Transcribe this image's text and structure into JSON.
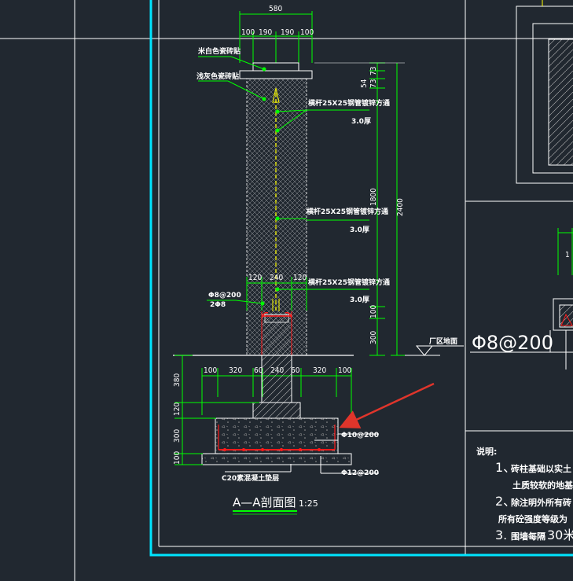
{
  "colors": {
    "background": "#212830",
    "frame_cyan": "#00e5ff",
    "dim_green": "#00ff00",
    "rebar_yellow": "#ffff00",
    "rebar_red": "#ff1a1a",
    "arrow_red": "#e0352b",
    "line_white": "#ffffff"
  },
  "top_dims": {
    "overall": "580",
    "parts": [
      "100",
      "190",
      "190",
      "100"
    ]
  },
  "callouts": {
    "cap_finish": "米白色瓷砖贴",
    "wall_finish": "浅灰色瓷砖贴",
    "rail_1": "横杆25X25钢管镀锌方通",
    "rail_1_thk": "3.0厚",
    "rail_2": "横杆25X25钢管镀锌方通",
    "rail_2_thk": "3.0厚",
    "rail_3": "横杆25X25钢管镀锌方通",
    "rail_3_thk": "3.0厚",
    "stirrup": "Φ8@200",
    "bars": "2Φ8",
    "ground": "厂区地面",
    "bottom_bar": "Φ10@200",
    "bottom_bar2": "Φ12@200",
    "base_pad": "C20素混凝土垫层"
  },
  "right_dims": {
    "d73": "73",
    "d73b": "73",
    "d54": "54",
    "d1800": "1800",
    "d2400": "2400",
    "d100": "100",
    "d300": "300"
  },
  "mid_dims": [
    "120",
    "240",
    "120"
  ],
  "footing_dims": [
    "100",
    "320",
    "60",
    "240",
    "60",
    "320",
    "100"
  ],
  "left_dims": [
    "380",
    "120",
    "300",
    "100"
  ],
  "section_title": "A—A剖面图",
  "section_scale": "1:25",
  "big_label": "Φ8@200",
  "notes": {
    "heading": "说明:",
    "line1_num": "1、",
    "line1": "砖柱基础以实土",
    "line1b": "土质较软的地基处",
    "line2_num": "2、",
    "line2": "除注明外所有砖",
    "line2b": "所有砼强度等级为",
    "line3_num": "3.",
    "line3": "围墙每隔",
    "line3_big": "30米"
  }
}
